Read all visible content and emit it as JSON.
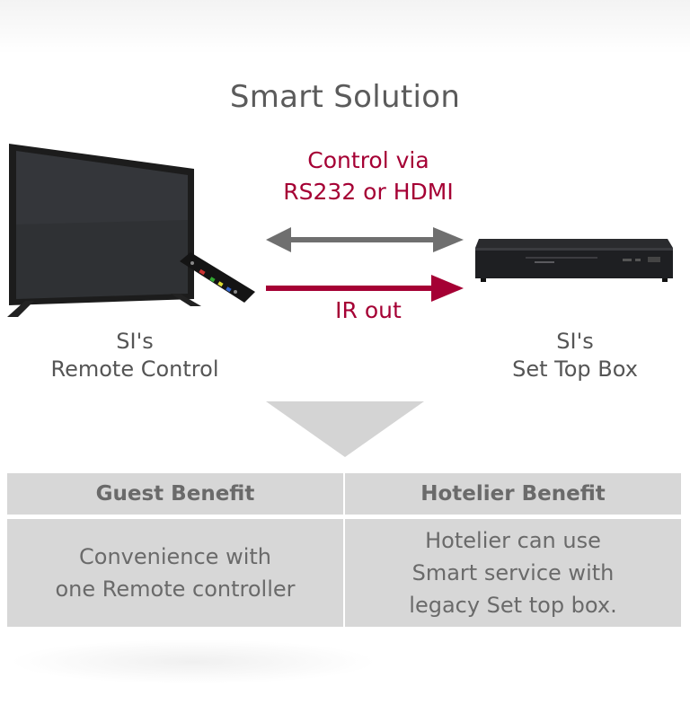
{
  "title": "Smart Solution",
  "connection": {
    "control_line1": "Control via",
    "control_line2": "RS232 or HDMI",
    "ir_label": "IR out"
  },
  "devices": {
    "tv_line1": "SI's",
    "tv_line2": "Remote Control",
    "stb_line1": "SI's",
    "stb_line2": "Set Top Box"
  },
  "benefits": {
    "guest_header": "Guest Benefit",
    "hotelier_header": "Hotelier Benefit",
    "guest_line1": "Convenience with",
    "guest_line2": "one Remote controller",
    "hotelier_line1": "Hotelier can use",
    "hotelier_line2": "Smart service with",
    "hotelier_line3": "legacy Set top box."
  },
  "colors": {
    "accent": "#a50034",
    "arrow_gray": "#6f6f6f",
    "panel_gray": "#d7d7d7",
    "text_gray": "#555555"
  },
  "icons": [
    "tv-icon",
    "remote-control-icon",
    "set-top-box-icon",
    "bidirectional-arrow-icon",
    "ir-arrow-icon",
    "down-triangle-icon"
  ]
}
